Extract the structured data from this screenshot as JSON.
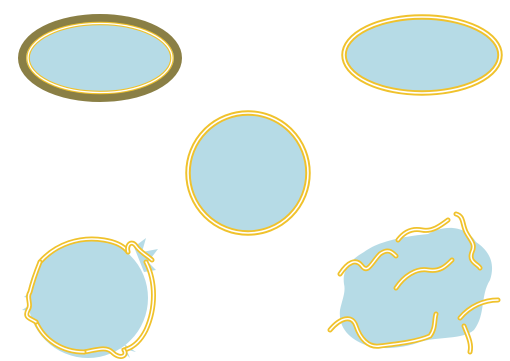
{
  "palette": {
    "background": "#ffffff",
    "fill": "#b6dbe6",
    "gold": "#f0c22c",
    "olive": "#8a7f45",
    "gap": "#ffffff"
  },
  "shapes": [
    {
      "id": "ellipse-thick-olive-border",
      "kind": "ellipse",
      "border": "olive-band-with-gold-double-line"
    },
    {
      "id": "ellipse-double-gold-border",
      "kind": "ellipse",
      "border": "gold-double-line"
    },
    {
      "id": "circle-double-gold-border",
      "kind": "circle",
      "border": "gold-double-line"
    },
    {
      "id": "circle-wavy-broken-border",
      "kind": "circle",
      "border": "gold-double-line-with-wavy-breaks"
    },
    {
      "id": "blob-fragmented-wavy-border",
      "kind": "irregular-blob",
      "border": "fragmented-wavy-gold-double-lines"
    }
  ]
}
